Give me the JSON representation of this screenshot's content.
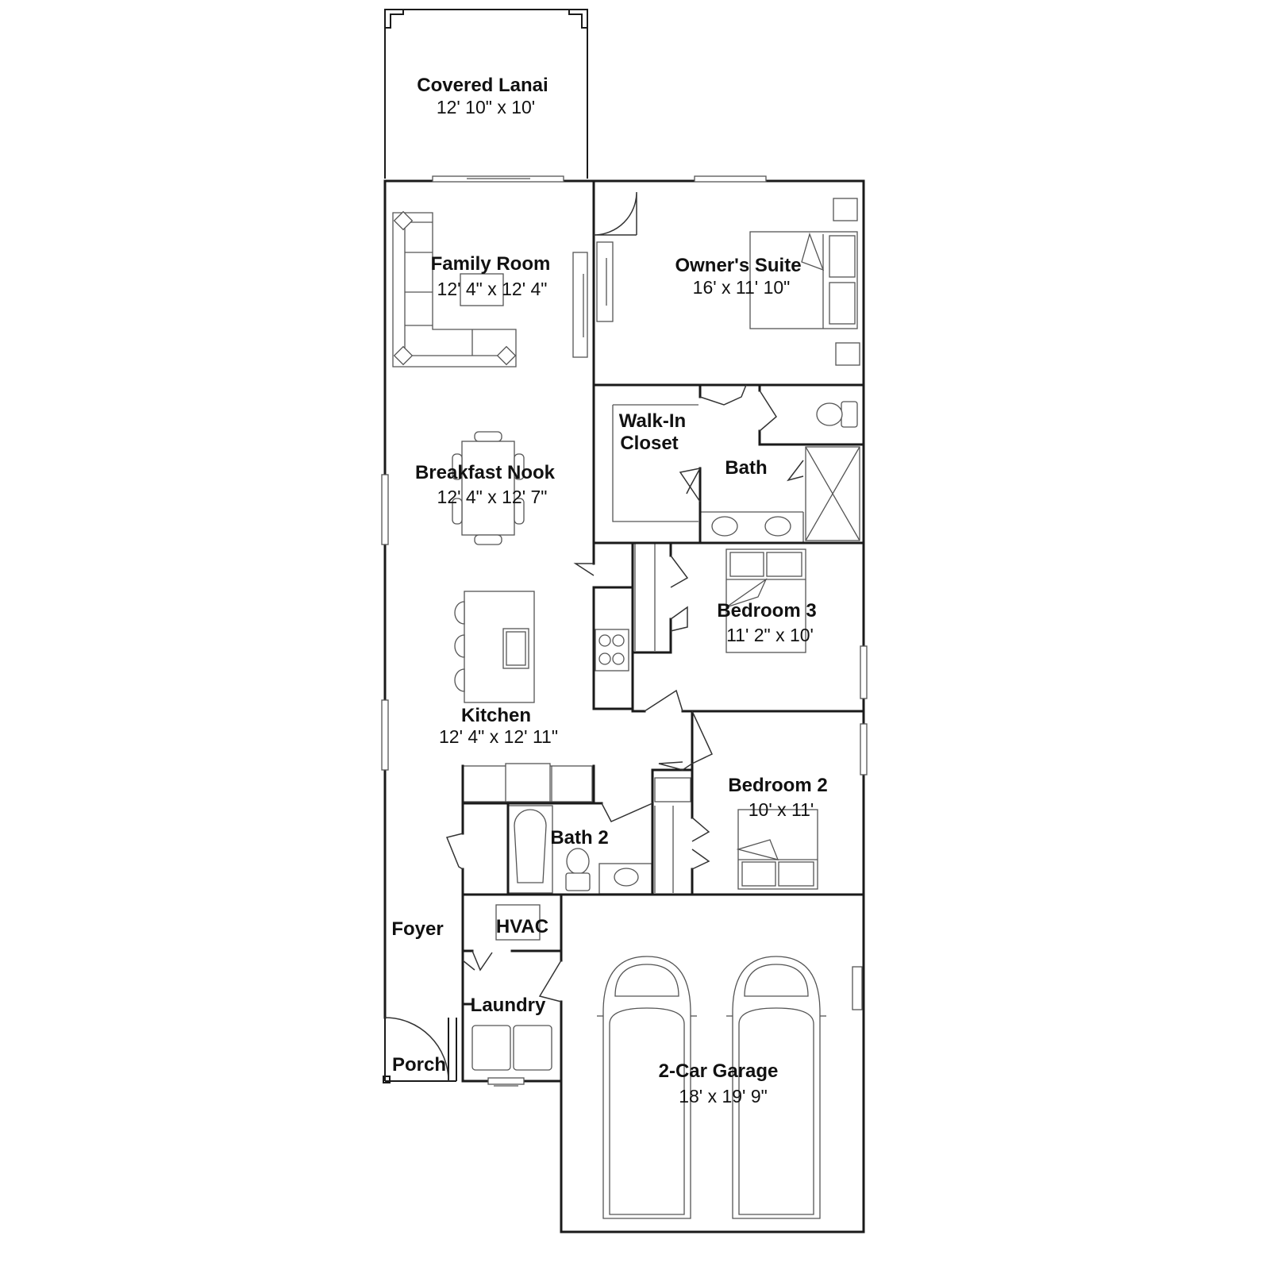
{
  "rooms": {
    "covered_lanai": {
      "name": "Covered Lanai",
      "dim": "12' 10\" x 10'"
    },
    "family_room": {
      "name": "Family Room",
      "dim": "12' 4\" x 12' 4\""
    },
    "owners_suite": {
      "name": "Owner's Suite",
      "dim": "16' x 11' 10\""
    },
    "walk_in_closet": {
      "name_line1": "Walk-In",
      "name_line2": "Closet"
    },
    "owner_bath": {
      "name": "Bath"
    },
    "breakfast_nook": {
      "name": "Breakfast Nook",
      "dim": "12' 4\" x 12' 7\""
    },
    "bedroom_3": {
      "name": "Bedroom 3",
      "dim": "11' 2\" x 10'"
    },
    "kitchen": {
      "name": "Kitchen",
      "dim": "12' 4\" x 12' 11\""
    },
    "bedroom_2": {
      "name": "Bedroom 2",
      "dim": "10' x 11'"
    },
    "bath_2": {
      "name": "Bath 2"
    },
    "foyer": {
      "name": "Foyer"
    },
    "hvac": {
      "name": "HVAC"
    },
    "laundry": {
      "name": "Laundry"
    },
    "porch": {
      "name": "Porch"
    },
    "garage": {
      "name": "2-Car Garage",
      "dim": "18' x 19' 9\""
    }
  }
}
